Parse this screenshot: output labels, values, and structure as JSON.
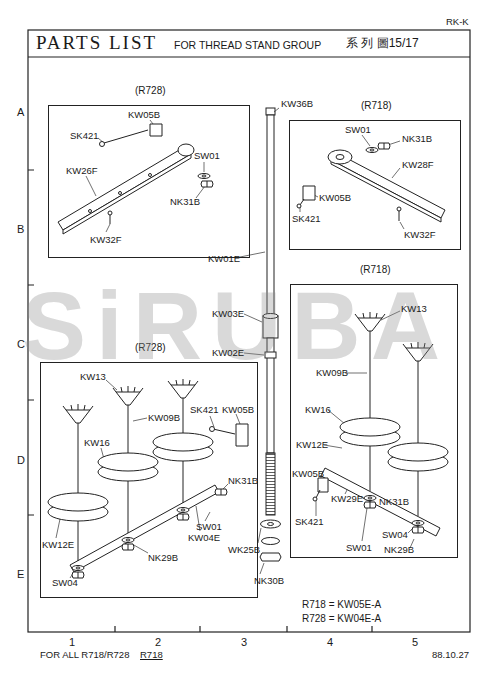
{
  "diagram": {
    "title": "PARTS LIST",
    "nodes": [
      {
        "text": [
          "(R728)"
        ]
      },
      {
        "text": [
          "(R718)"
        ]
      },
      {
        "text": [
          "(R728)"
        ]
      },
      {
        "text": [
          "(R718)"
        ]
      }
    ],
    "labels": [
      "RK-K",
      "FOR THREAD STAND GROUP",
      "系 列 圖15/17",
      "A",
      "B",
      "C",
      "D",
      "E",
      "1",
      "2",
      "3",
      "4",
      "5",
      "SiRUBA",
      "KW05B",
      "SK421",
      "SW01",
      "KW26F",
      "NK31B",
      "KW32F",
      "SW01",
      "NK31B",
      "KW28F",
      "KW05B",
      "SK421",
      "KW32F",
      "KW36B",
      "KW01E",
      "KW03E",
      "KW02E",
      "WK25B",
      "NK30B",
      "KW13",
      "KW09B",
      "KW16",
      "SK421",
      "KW05B",
      "NK31B",
      "KW12E",
      "SW01",
      "KW04E",
      "NK29B",
      "SW04",
      "KW13",
      "KW09B",
      "KW16",
      "KW12E",
      "KW05B",
      "KW29E",
      "SK421",
      "NK31B",
      "SW01",
      "SW04",
      "NK29B",
      "R718 = KW05E-A",
      "R728 = KW04E-A",
      "FOR ALL R718/R728",
      "R718",
      "88.10.27"
    ]
  }
}
